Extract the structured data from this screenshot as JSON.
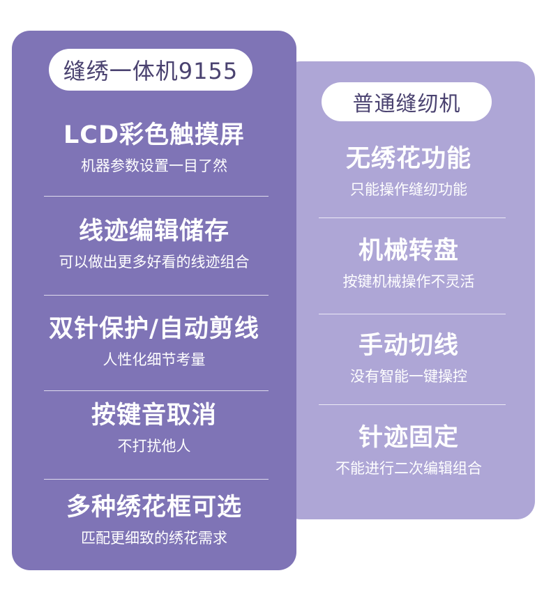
{
  "left_card": {
    "header": "缝绣一体机9155",
    "features": [
      {
        "title": "LCD彩色触摸屏",
        "desc": "机器参数设置一目了然"
      },
      {
        "title": "线迹编辑储存",
        "desc": "可以做出更多好看的线迹组合"
      },
      {
        "title": "双针保护/自动剪线",
        "desc": "人性化细节考量"
      },
      {
        "title": "按键音取消",
        "desc": "不打扰他人"
      },
      {
        "title": "多种绣花框可选",
        "desc": "匹配更细致的绣花需求"
      }
    ]
  },
  "right_card": {
    "header": "普通缝纫机",
    "features": [
      {
        "title": "无绣花功能",
        "desc": "只能操作缝纫功能"
      },
      {
        "title": "机械转盘",
        "desc": "按键机械操作不灵活"
      },
      {
        "title": "手动切线",
        "desc": "没有智能一键操控"
      },
      {
        "title": "针迹固定",
        "desc": "不能进行二次编辑组合"
      }
    ]
  },
  "colors": {
    "left_card_bg": "#7f74b6",
    "right_card_bg": "#aea6d6",
    "pill_bg": "#ffffff",
    "pill_text": "#4a4270",
    "feature_text": "#ffffff"
  }
}
